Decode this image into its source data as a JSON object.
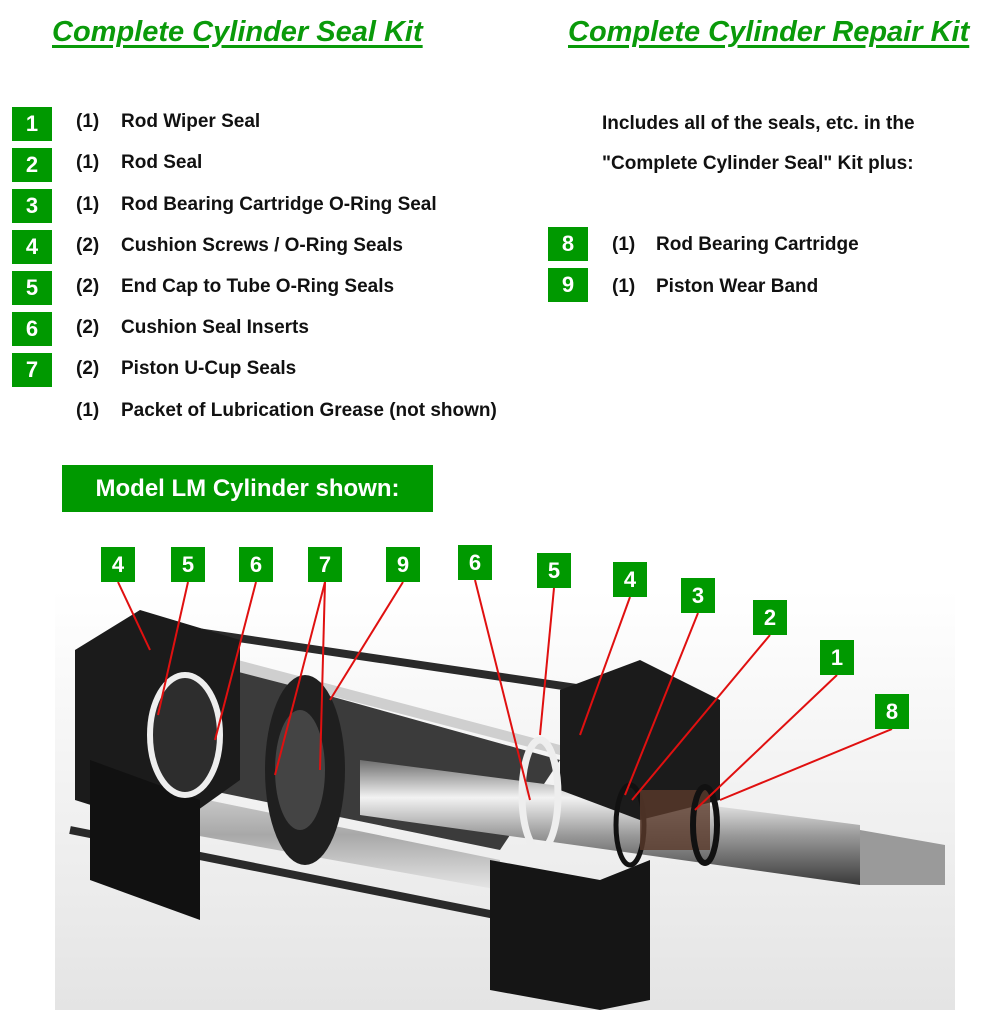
{
  "seal_kit": {
    "title": "Complete Cylinder Seal Kit",
    "items": [
      {
        "num": "1",
        "qty": "(1)",
        "label": "Rod Wiper Seal"
      },
      {
        "num": "2",
        "qty": "(1)",
        "label": "Rod Seal"
      },
      {
        "num": "3",
        "qty": "(1)",
        "label": "Rod Bearing Cartridge O-Ring Seal"
      },
      {
        "num": "4",
        "qty": "(2)",
        "label": "Cushion Screws / O-Ring Seals"
      },
      {
        "num": "5",
        "qty": "(2)",
        "label": "End Cap to Tube O-Ring Seals"
      },
      {
        "num": "6",
        "qty": "(2)",
        "label": "Cushion Seal Inserts"
      },
      {
        "num": "7",
        "qty": "(2)",
        "label": "Piston U-Cup Seals"
      },
      {
        "num": "",
        "qty": "(1)",
        "label": "Packet of Lubrication Grease (not shown)"
      }
    ]
  },
  "repair_kit": {
    "title": "Complete Cylinder Repair Kit",
    "line1": "Includes all of the seals, etc.  in the",
    "line2": "\"Complete Cylinder Seal\"  Kit plus:",
    "items": [
      {
        "num": "8",
        "qty": "(1)",
        "label": "Rod Bearing Cartridge"
      },
      {
        "num": "9",
        "qty": "(1)",
        "label": "Piston Wear Band"
      }
    ]
  },
  "diagram": {
    "caption": "Model LM Cylinder shown:",
    "callouts": [
      "4",
      "5",
      "6",
      "7",
      "9",
      "6",
      "5",
      "4",
      "3",
      "2",
      "1",
      "8"
    ],
    "colors": {
      "badge": "#009900",
      "leader": "#e01010",
      "title": "#0a9a0a"
    }
  }
}
